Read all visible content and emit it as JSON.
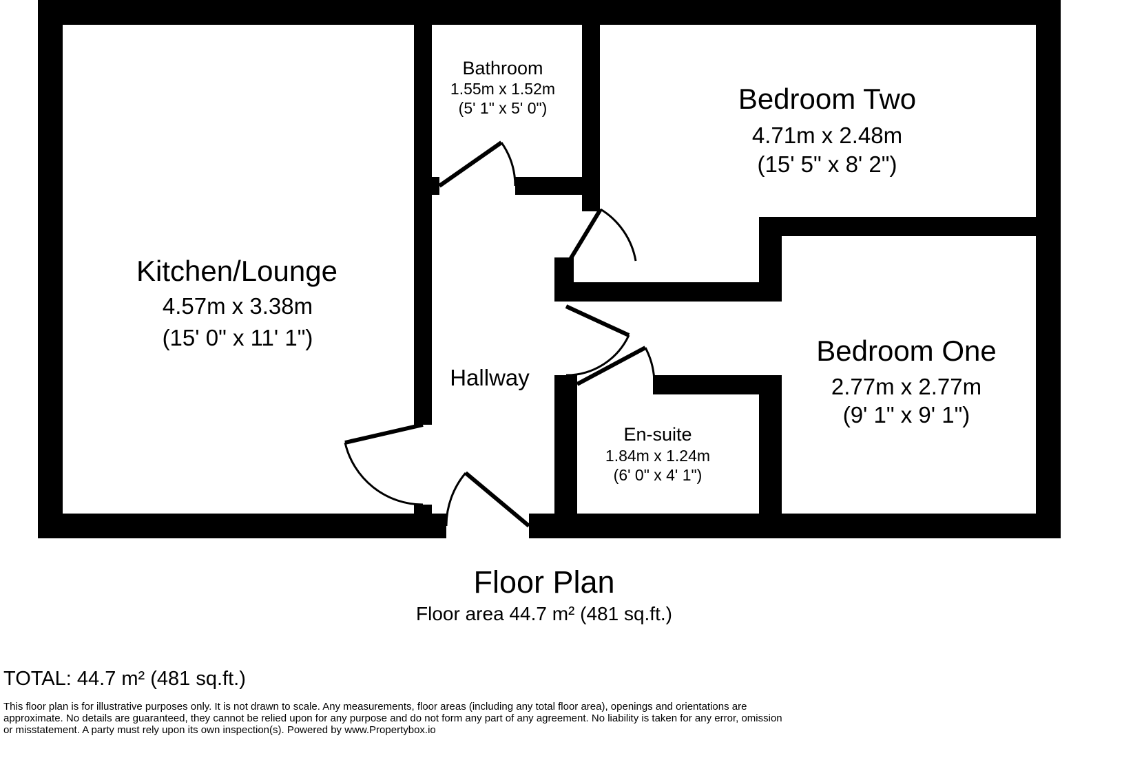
{
  "rooms": {
    "kitchen_lounge": {
      "name": "Kitchen/Lounge",
      "metric": "4.57m x 3.38m",
      "imperial": "(15' 0\" x 11' 1\")"
    },
    "bathroom": {
      "name": "Bathroom",
      "metric": "1.55m x 1.52m",
      "imperial": "(5' 1\" x 5' 0\")"
    },
    "bedroom_two": {
      "name": "Bedroom Two",
      "metric": "4.71m x 2.48m",
      "imperial": "(15' 5\" x 8' 2\")"
    },
    "bedroom_one": {
      "name": "Bedroom One",
      "metric": "2.77m x 2.77m",
      "imperial": "(9' 1\" x 9' 1\")"
    },
    "en_suite": {
      "name": "En-suite",
      "metric": "1.84m x 1.24m",
      "imperial": "(6' 0\" x 4' 1\")"
    },
    "hallway": {
      "name": "Hallway"
    }
  },
  "footer": {
    "title": "Floor Plan",
    "floor_area": "Floor area 44.7 m² (481 sq.ft.)",
    "total": "TOTAL: 44.7 m² (481 sq.ft.)",
    "disclaimer": "This floor plan is for illustrative purposes only. It is not drawn to scale. Any measurements, floor areas (including any total floor area), openings and orientations are approximate. No details are guaranteed, they cannot be relied upon for any purpose and do not form any part of any agreement. No liability is taken for any error, omission or misstatement. A party must rely upon its own inspection(s). Powered by www.Propertybox.io"
  },
  "colors": {
    "wall": "#000000",
    "background": "#ffffff",
    "text": "#000000"
  }
}
